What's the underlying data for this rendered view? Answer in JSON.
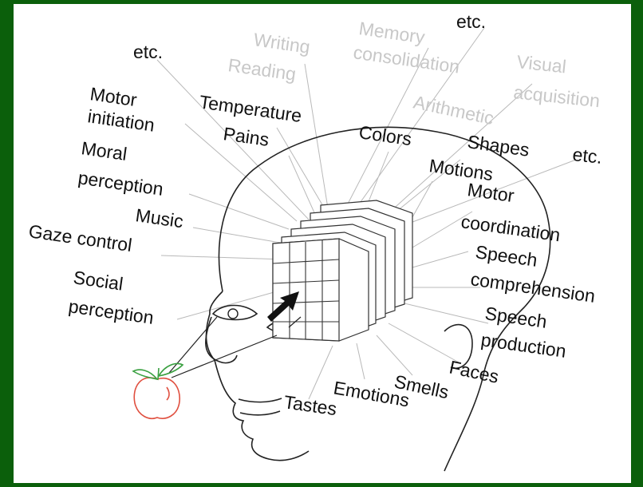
{
  "diagram": {
    "labels": {
      "etc_top_left": "etc.",
      "writing": "Writing",
      "reading": "Reading",
      "memory": "Memory",
      "consolidation": "consolidation",
      "etc_top_right": "etc.",
      "visual": "Visual",
      "acquisition": "acquisition",
      "motor_initiation_1": "Motor",
      "motor_initiation_2": "initiation",
      "temperature": "Temperature",
      "arithmetic": "Arithmetic",
      "pains": "Pains",
      "colors": "Colors",
      "shapes": "Shapes",
      "etc_right": "etc.",
      "moral_1": "Moral",
      "moral_2": "perception",
      "motions": "Motions",
      "motor_coord_1": "Motor",
      "motor_coord_2": "coordination",
      "music": "Music",
      "gaze_control": "Gaze control",
      "speech_comp_1": "Speech",
      "speech_comp_2": "comprehension",
      "social_1": "Social",
      "social_2": "perception",
      "speech_prod_1": "Speech",
      "speech_prod_2": "production",
      "faces": "Faces",
      "smells": "Smells",
      "emotions": "Emotions",
      "tastes": "Tastes"
    },
    "colors": {
      "background": "#0b5f0b",
      "panel": "#ffffff",
      "text": "#111111",
      "faint_text": "#c8c8c8",
      "apple": "#e05040",
      "leaf": "#3aa040"
    }
  }
}
